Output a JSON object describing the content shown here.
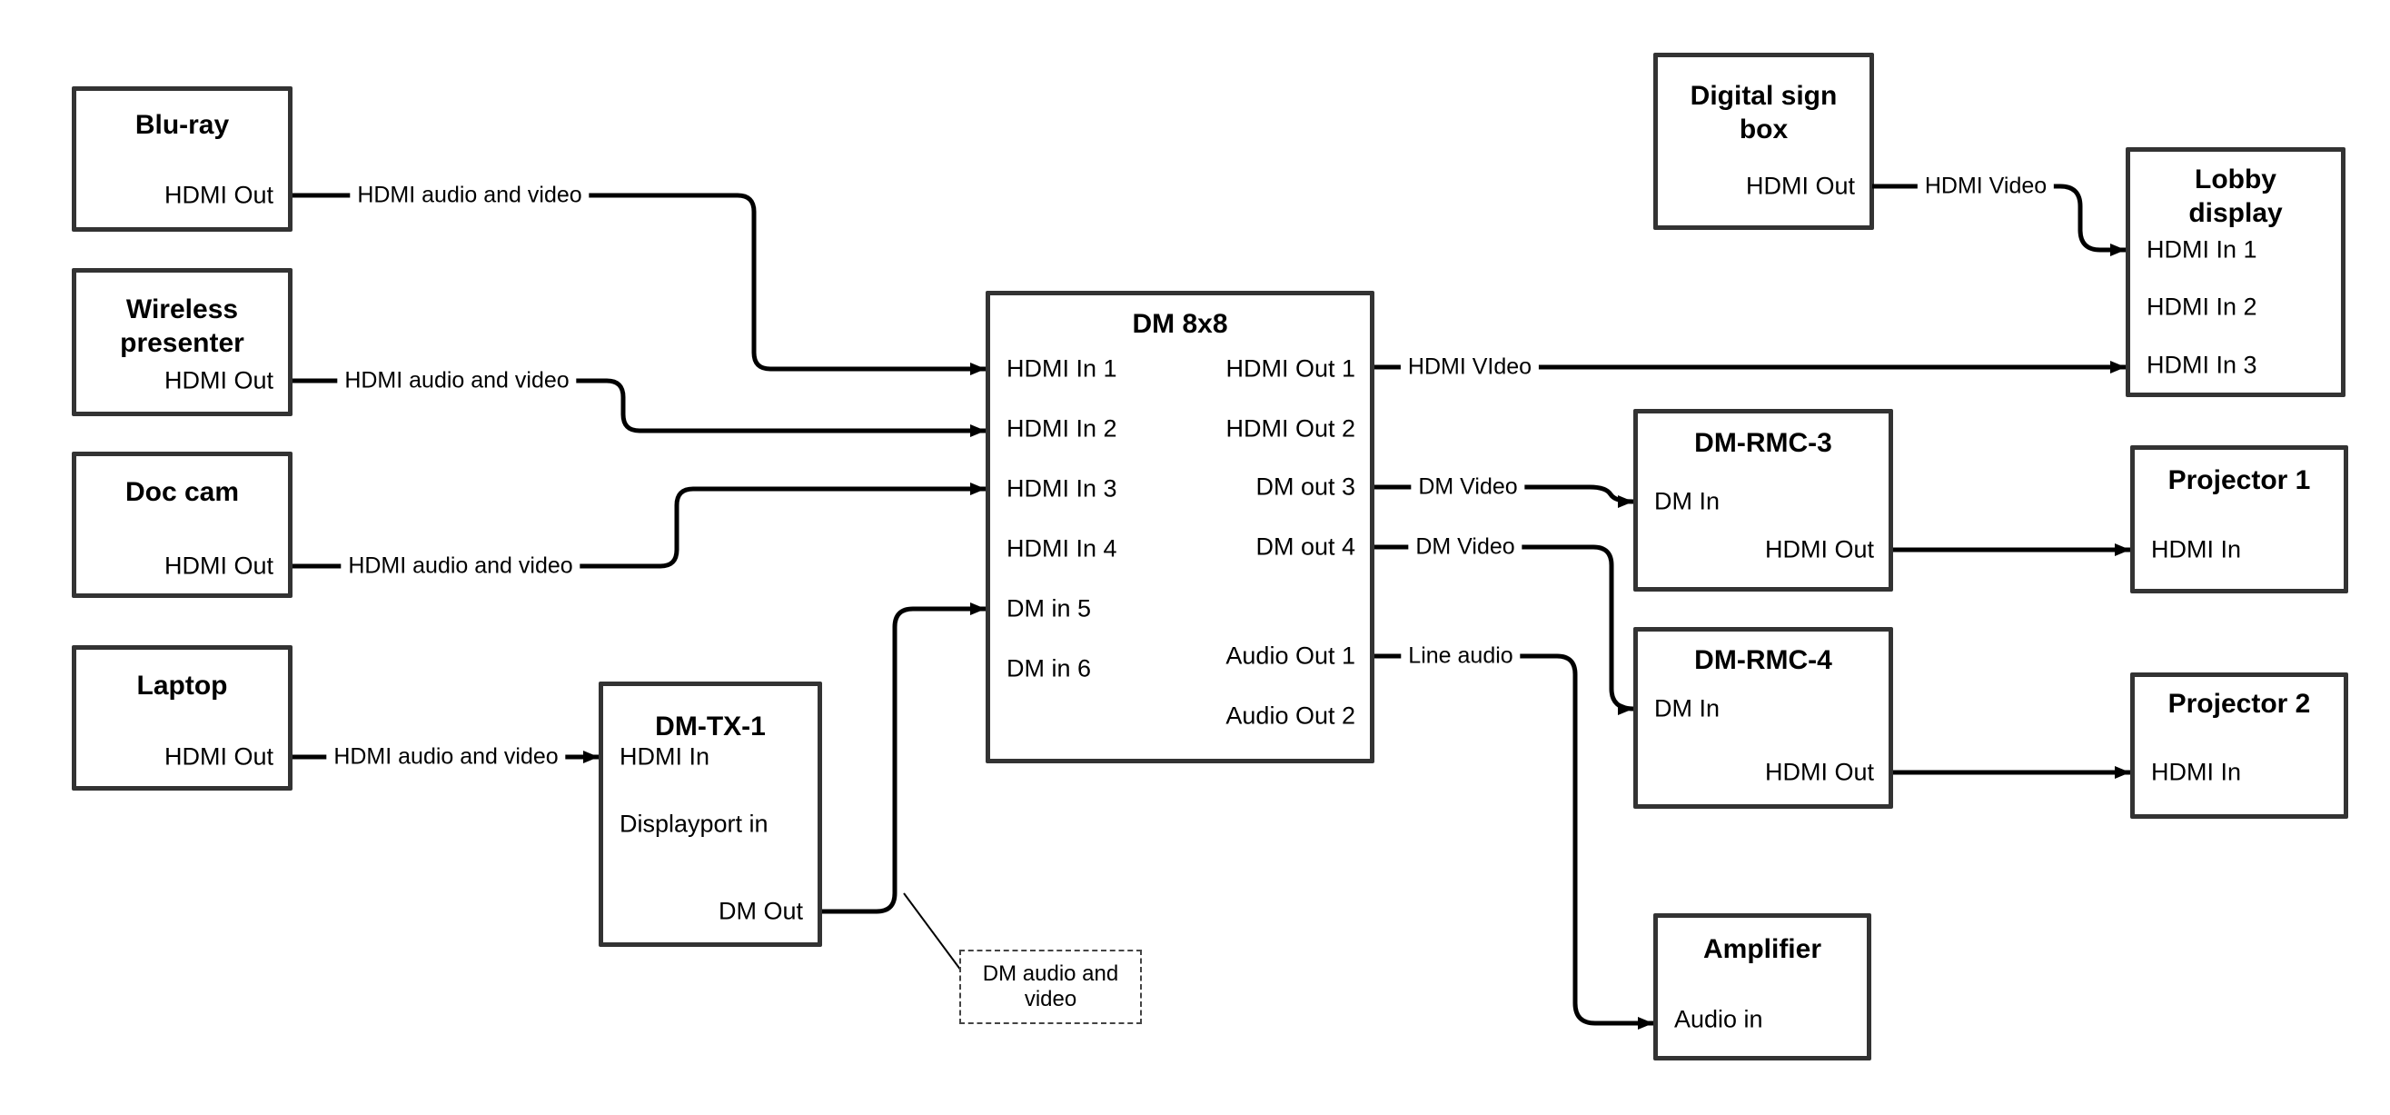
{
  "nodes": {
    "bluray": {
      "title": "Blu-ray",
      "ports": {
        "hdmi_out": "HDMI Out"
      }
    },
    "wireless": {
      "title_line1": "Wireless",
      "title_line2": "presenter",
      "ports": {
        "hdmi_out": "HDMI Out"
      }
    },
    "doccam": {
      "title": "Doc cam",
      "ports": {
        "hdmi_out": "HDMI Out"
      }
    },
    "laptop": {
      "title": "Laptop",
      "ports": {
        "hdmi_out": "HDMI Out"
      }
    },
    "dmtx1": {
      "title": "DM-TX-1",
      "ports": {
        "hdmi_in": "HDMI In",
        "displayport_in": "Displayport in",
        "dm_out": "DM Out"
      }
    },
    "dm8x8": {
      "title": "DM 8x8",
      "inputs": [
        "HDMI In 1",
        "HDMI In 2",
        "HDMI In 3",
        "HDMI In 4",
        "DM in 5",
        "DM in 6"
      ],
      "outputs": [
        "HDMI Out 1",
        "HDMI Out 2",
        "DM out 3",
        "DM out 4",
        "Audio Out 1",
        "Audio Out 2"
      ]
    },
    "sign": {
      "title_line1": "Digital sign",
      "title_line2": "box",
      "ports": {
        "hdmi_out": "HDMI Out"
      }
    },
    "lobby": {
      "title_line1": "Lobby",
      "title_line2": "display",
      "ports": {
        "hdmi_in_1": "HDMI In 1",
        "hdmi_in_2": "HDMI In 2",
        "hdmi_in_3": "HDMI In 3"
      }
    },
    "rmc3": {
      "title": "DM-RMC-3",
      "ports": {
        "dm_in": "DM In",
        "hdmi_out": "HDMI Out"
      }
    },
    "rmc4": {
      "title": "DM-RMC-4",
      "ports": {
        "dm_in": "DM In",
        "hdmi_out": "HDMI Out"
      }
    },
    "proj1": {
      "title": "Projector 1",
      "ports": {
        "hdmi_in": "HDMI In"
      }
    },
    "proj2": {
      "title": "Projector 2",
      "ports": {
        "hdmi_in": "HDMI In"
      }
    },
    "amp": {
      "title": "Amplifier",
      "ports": {
        "audio_in": "Audio in"
      }
    }
  },
  "edge_labels": {
    "hdmi_audio_video": "HDMI audio and video",
    "hdmi_video_caps": "HDMI VIdeo",
    "dm_video": "DM Video",
    "line_audio": "Line audio",
    "hdmi_video": "HDMI Video"
  },
  "callout": {
    "text": "DM audio and video"
  },
  "colors": {
    "background": "#ffffff",
    "box_border": "#333333",
    "line": "#000000",
    "text": "#000000"
  }
}
